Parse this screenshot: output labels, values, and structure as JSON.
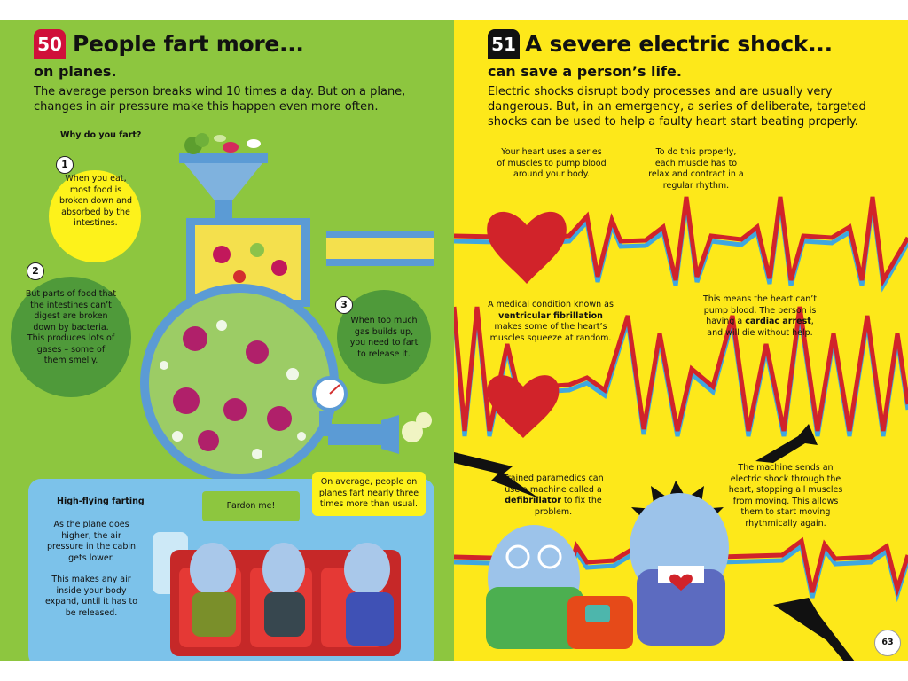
{
  "left": {
    "number": "50",
    "title": "People fart more...",
    "subtitle": "on planes.",
    "intro": "The average person breaks wind 10 times a day. But on a plane, changes in air pressure make this happen even more often.",
    "why_heading": "Why do you fart?",
    "steps": [
      {
        "num": "1",
        "text": "When you eat, most food is broken down and absorbed by the intestines."
      },
      {
        "num": "2",
        "text": "But parts of food that the intestines can’t digest are broken down by bacteria. This produces lots of gases – some of them smelly."
      },
      {
        "num": "3",
        "text": "When too much gas builds up, you need to fart to release it."
      }
    ],
    "plane": {
      "heading": "High-flying farting",
      "text1": "As the plane goes higher, the air pressure in the cabin gets lower.",
      "text2": "This makes any air inside your body expand, until it has to be released.",
      "speech": "Pardon me!",
      "fact": "On average, people on planes fart nearly three times more than usual."
    }
  },
  "right": {
    "number": "51",
    "title": "A severe electric shock...",
    "subtitle": "can save a person’s life.",
    "intro": "Electric shocks disrupt body processes and are usually very dangerous. But, in an emergency, a series of deliberate, targeted shocks can be used to help a faulty heart start beating properly.",
    "cap1": "Your heart uses a series of muscles to pump blood around your body.",
    "cap2": "To do this properly, each muscle has to relax and contract in a regular rhythm.",
    "cap3_pre": "A medical condition known as",
    "cap3_bold": "ventricular fibrillation",
    "cap3_post": "makes some of the heart’s muscles squeeze at random.",
    "cap4_pre": "This means the heart can’t pump blood. The person is having a",
    "cap4_bold": "cardiac arrest",
    "cap4_post": ", and will die without help.",
    "cap5_pre": "Trained paramedics can use a machine called a",
    "cap5_bold": "defibrillator",
    "cap5_post": "to fix the problem.",
    "cap6": "The machine sends an electric shock through the heart, stopping all muscles from moving. This allows them to start moving rhythmically again.",
    "page_number": "63"
  },
  "colors": {
    "left_bg": "#8dc63f",
    "right_bg": "#fde81a",
    "badge_red": "#d0103a",
    "badge_black": "#111111",
    "ecg_red": "#d1232a",
    "ecg_blue": "#3fa7e0"
  },
  "icons": [
    "heart-icon",
    "funnel-icon",
    "gauge-icon",
    "bacteria-icon",
    "defibrillator-icon",
    "lightning-arrow-icon"
  ]
}
